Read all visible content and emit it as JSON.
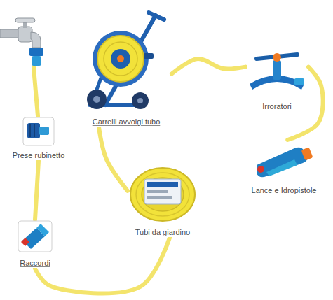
{
  "diagram": {
    "nodes": [
      {
        "text": [
          "Prese rubinetto"
        ]
      },
      {
        "text": [
          "Carrelli avvolgi tubo"
        ]
      },
      {
        "text": [
          "Irroratori"
        ]
      },
      {
        "text": [
          "Lance e Idropistole"
        ]
      },
      {
        "text": [
          "Tubi da giardino"
        ]
      },
      {
        "text": [
          "Raccordi"
        ]
      }
    ],
    "edges": [
      {
        "from": 0,
        "to": 5,
        "arrow": "none"
      },
      {
        "from": 1,
        "to": 4,
        "arrow": "none"
      },
      {
        "from": 1,
        "to": 2,
        "arrow": "none"
      },
      {
        "from": 2,
        "to": 3,
        "arrow": "none"
      },
      {
        "from": 5,
        "to": 4,
        "arrow": "none"
      }
    ]
  }
}
